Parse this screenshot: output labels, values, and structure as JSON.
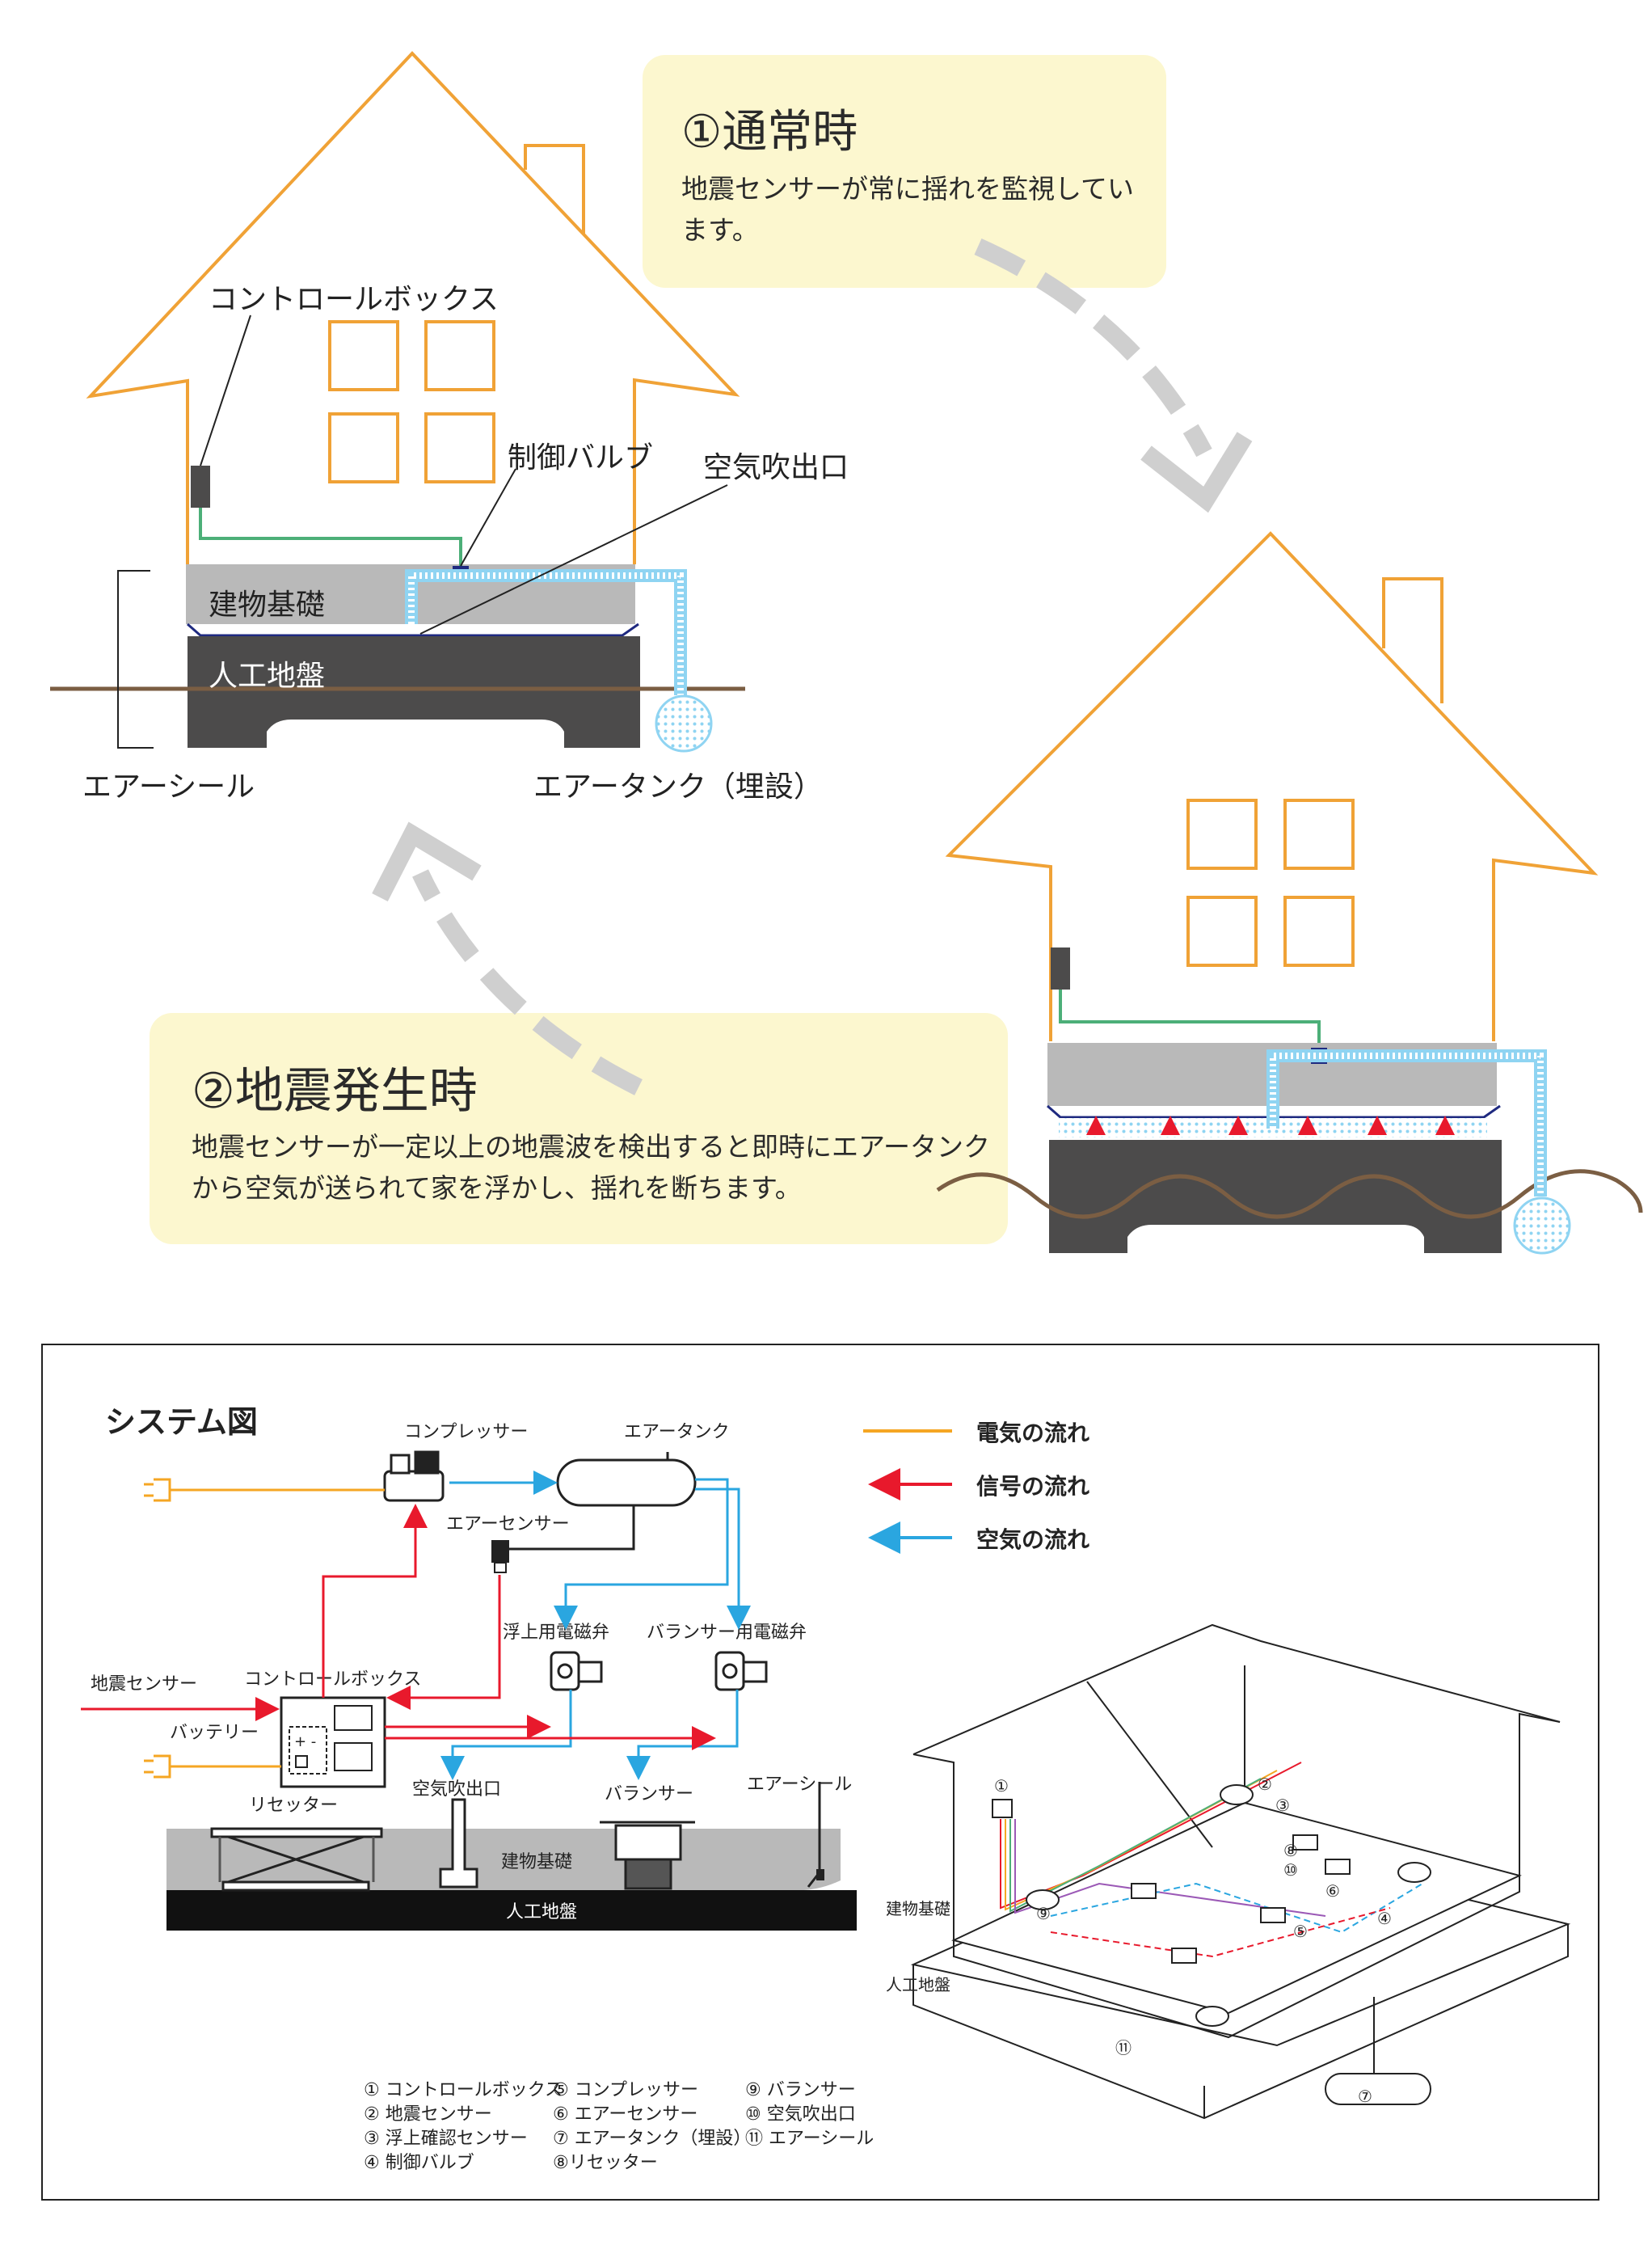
{
  "callouts": {
    "normal": {
      "title": "①通常時",
      "text": "地震センサーが常に揺れを監視しています。"
    },
    "quake": {
      "title": "②地震発生時",
      "text": "地震センサーが一定以上の地震波を検出すると即時にエアータンクから空気が送られて家を浮かし、揺れを断ちます。"
    }
  },
  "house_labels": {
    "control_box": "コントロールボックス",
    "control_valve": "制御バルブ",
    "air_outlet": "空気吹出口",
    "foundation": "建物基礎",
    "artificial_ground": "人工地盤",
    "air_seal": "エアーシール",
    "air_tank": "エアータンク（埋設）"
  },
  "system": {
    "title": "システム図",
    "compressor": "コンプレッサー",
    "air_tank": "エアータンク",
    "air_sensor": "エアーセンサー",
    "lift_valve": "浮上用電磁弁",
    "balancer_valve": "バランサー用電磁弁",
    "quake_sensor": "地震センサー",
    "control_box": "コントロールボックス",
    "battery": "バッテリー",
    "resetter": "リセッター",
    "air_outlet": "空気吹出口",
    "balancer": "バランサー",
    "air_seal": "エアーシール",
    "foundation": "建物基礎",
    "artificial_ground": "人工地盤"
  },
  "legend": [
    {
      "label": "電気の流れ",
      "color": "#f5a623"
    },
    {
      "label": "信号の流れ",
      "color": "#e8192c"
    },
    {
      "label": "空気の流れ",
      "color": "#2aa6e0"
    }
  ],
  "iso_labels": {
    "foundation": "建物基礎",
    "artificial_ground": "人工地盤"
  },
  "parts_list": [
    [
      "① コントロールボックス",
      "② 地震センサー",
      "③ 浮上確認センサー",
      "④ 制御バルブ"
    ],
    [
      "⑤ コンプレッサー",
      "⑥ エアーセンサー",
      "⑦ エアータンク（埋設）",
      "⑧リセッター"
    ],
    [
      "⑨ バランサー",
      "⑩ 空気吹出口",
      "⑪ エアーシール"
    ]
  ],
  "iso_markers": [
    "①",
    "②",
    "③",
    "④",
    "⑤",
    "⑥",
    "⑦",
    "⑧",
    "⑨",
    "⑩",
    "⑪"
  ],
  "colors": {
    "house_outline": "#f0a236",
    "callout_bg": "#fcf7cf",
    "foundation": "#b9b9b9",
    "ground_block": "#4c4b4b",
    "soil_line": "#7b5e43",
    "wire_green": "#4caf78",
    "air_blue": "#8fd4f2",
    "valve_navy": "#1f2a80",
    "arrow_gray": "#cfcfcf"
  }
}
